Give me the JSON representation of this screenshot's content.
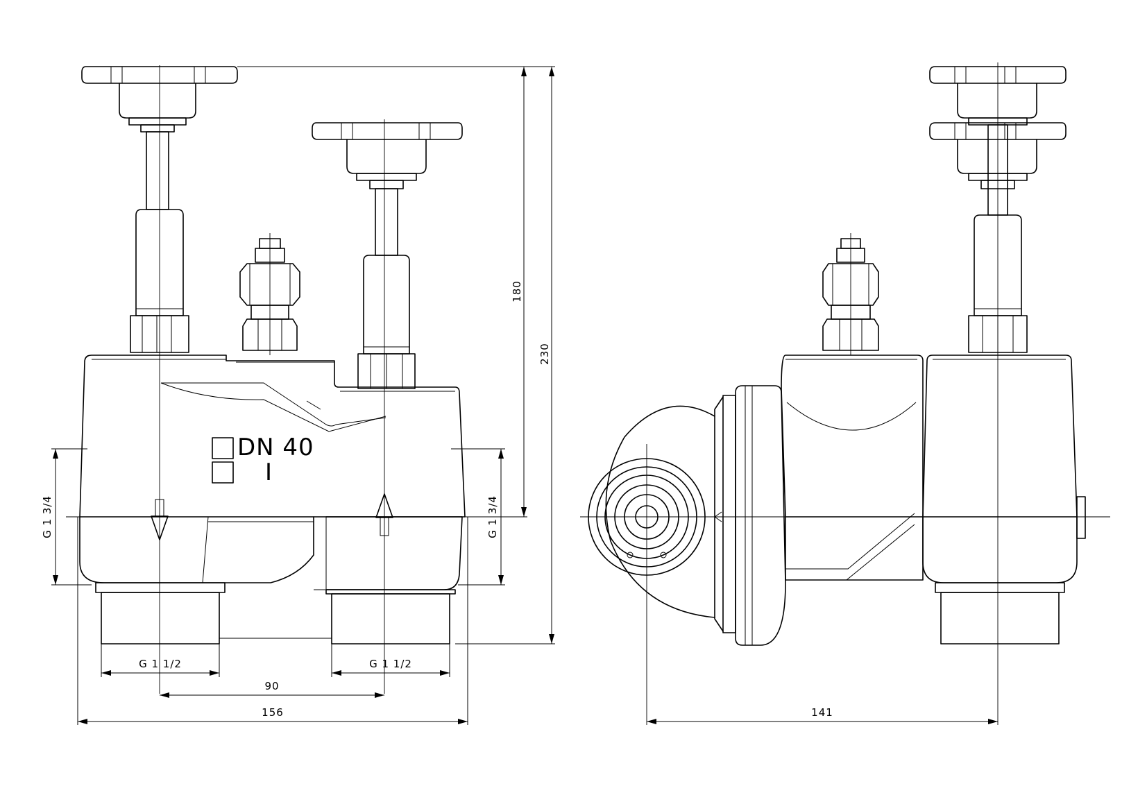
{
  "labels": {
    "nominal_size": "DN 40",
    "marking": "I"
  },
  "dimensions": {
    "height_to_axis": "180",
    "overall_height": "230",
    "connection_left": "G 1 3/4",
    "connection_right": "G 1 3/4",
    "thread_left": "G 1 1/2",
    "thread_right": "G 1 1/2",
    "port_spacing": "90",
    "overall_width": "156",
    "side_depth": "141"
  }
}
